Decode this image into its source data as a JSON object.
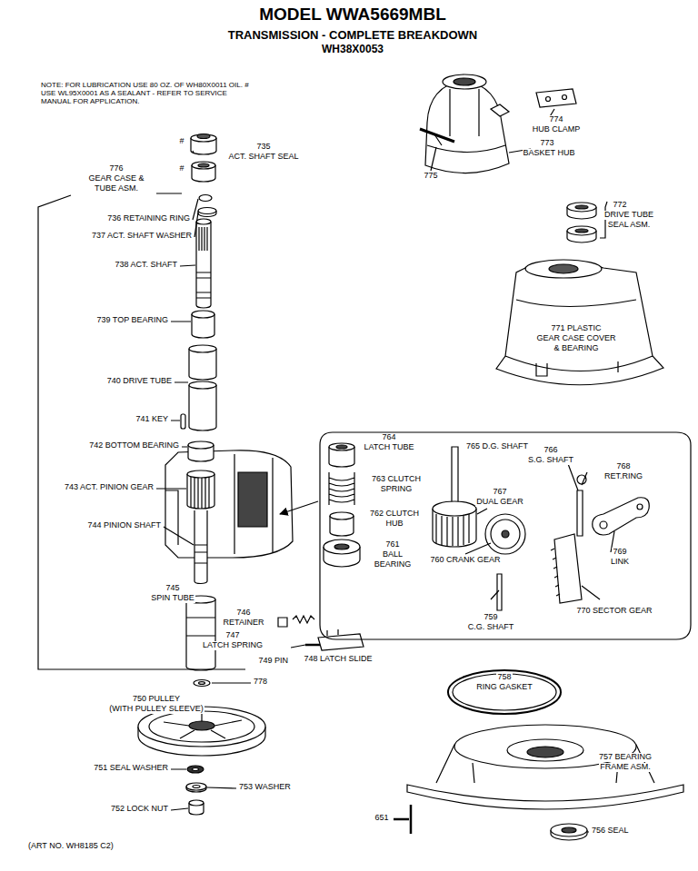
{
  "diagram": {
    "title": "MODEL WWA5669MBL",
    "labels": [
      "TRANSMISSION - COMPLETE BREAKDOWN",
      "WH38X0053",
      "NOTE: FOR LUBRICATION USE 80 OZ. OF WH80X0011 OIL. # USE WL95X0001 AS A SEALANT - REFER TO SERVICE MANUAL FOR APPLICATION.",
      "#",
      "#",
      "735",
      "ACT. SHAFT SEAL",
      "776",
      "GEAR CASE &",
      "TUBE ASM.",
      "736 RETAINING RING",
      "737 ACT. SHAFT WASHER",
      "738 ACT. SHAFT",
      "739 TOP BEARING",
      "740 DRIVE TUBE",
      "741 KEY",
      "742 BOTTOM BEARING",
      "743 ACT. PINION GEAR",
      "744 PINION SHAFT",
      "745",
      "SPIN TUBE",
      "746",
      "RETAINER",
      "747",
      "LATCH SPRING",
      "749 PIN",
      "748 LATCH SLIDE",
      "778",
      "750 PULLEY",
      "(WITH PULLEY SLEEVE)",
      "751 SEAL WASHER",
      "753 WASHER",
      "752 LOCK NUT",
      "(ART NO. WH8185 C2)",
      "774",
      "HUB CLAMP",
      "775",
      "773",
      "BASKET HUB",
      "772",
      "DRIVE TUBE",
      "SEAL ASM.",
      "771 PLASTIC",
      "GEAR CASE COVER",
      "& BEARING",
      "764",
      "LATCH TUBE",
      "765 D.G. SHAFT",
      "763 CLUTCH",
      "SPRING",
      "767",
      "DUAL GEAR",
      "766",
      "S.G. SHAFT",
      "768",
      "RET.RING",
      "762 CLUTCH",
      "HUB",
      "761",
      "BALL",
      "BEARING",
      "769",
      "LINK",
      "760 CRANK GEAR",
      "759",
      "C.G. SHAFT",
      "770 SECTOR GEAR",
      "758",
      "RING GASKET",
      "757 BEARING",
      "FRAME ASM.",
      "651",
      "756 SEAL"
    ]
  }
}
